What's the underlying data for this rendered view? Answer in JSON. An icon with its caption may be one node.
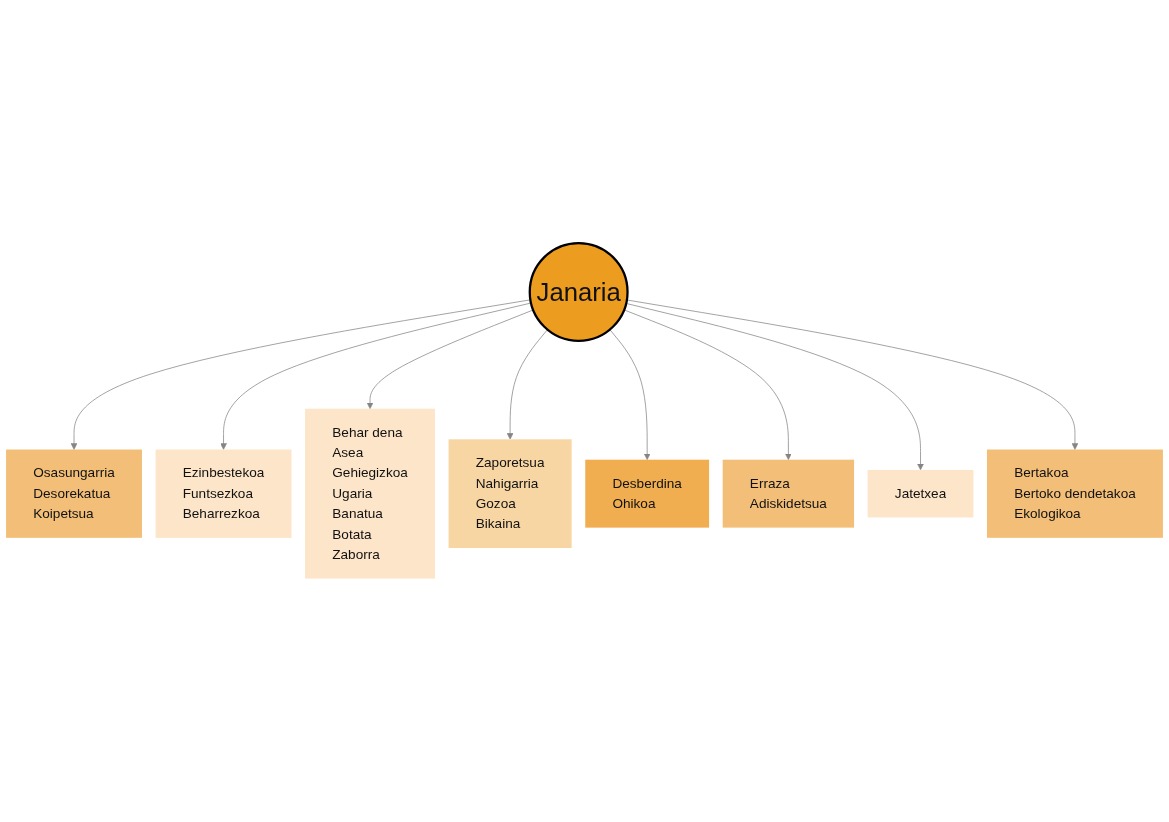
{
  "diagram": {
    "nodes": [
      {
        "text": [
          "Osasungarria",
          "Desorekatua",
          "Koipetsua"
        ]
      },
      {
        "text": [
          "Ezinbestekoa",
          "Funtsezkoa",
          "Beharrezkoa"
        ]
      },
      {
        "text": [
          "Behar dena",
          "Asea",
          "Gehiegizkoa",
          "Ugaria",
          "Banatua",
          "Botata",
          "Zaborra"
        ]
      },
      {
        "text": [
          "Zaporetsua",
          "Nahigarria",
          "Gozoa",
          "Bikaina"
        ]
      },
      {
        "text": [
          "Janaria"
        ]
      },
      {
        "text": [
          "Desberdina",
          "Ohikoa"
        ]
      },
      {
        "text": [
          "Erraza",
          "Adiskidetsua"
        ]
      },
      {
        "text": [
          "Jatetxea"
        ]
      },
      {
        "text": [
          "Bertakoa",
          "Bertoko dendetakoa",
          "Ekologikoa"
        ]
      }
    ],
    "edges": [
      {
        "from": 4,
        "to": 0,
        "arrow": "to"
      },
      {
        "from": 4,
        "to": 1,
        "arrow": "to"
      },
      {
        "from": 4,
        "to": 2,
        "arrow": "to"
      },
      {
        "from": 4,
        "to": 3,
        "arrow": "to"
      },
      {
        "from": 4,
        "to": 5,
        "arrow": "to"
      },
      {
        "from": 4,
        "to": 6,
        "arrow": "to"
      },
      {
        "from": 4,
        "to": 7,
        "arrow": "to"
      },
      {
        "from": 4,
        "to": 8,
        "arrow": "to"
      }
    ]
  }
}
